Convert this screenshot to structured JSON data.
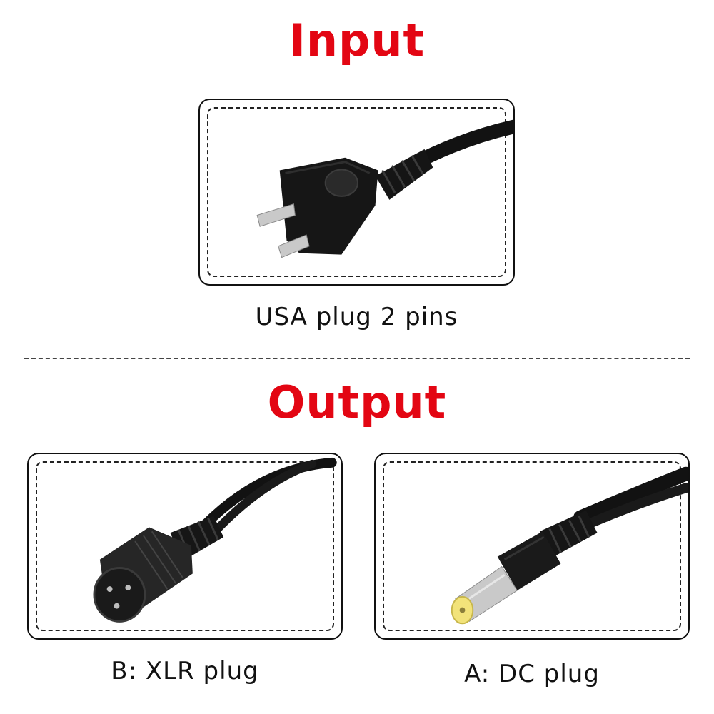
{
  "colors": {
    "heading": "#e30613",
    "cable": "#121212",
    "pin": "#c9c9c9",
    "dc_tip": "#f2e37a"
  },
  "input": {
    "heading": "Input",
    "item": {
      "caption": "USA plug 2 pins",
      "icon": "two-pin-plug-icon"
    }
  },
  "output": {
    "heading": "Output",
    "items": [
      {
        "caption": "B: XLR plug",
        "icon": "xlr-plug-icon"
      },
      {
        "caption": "A: DC plug",
        "icon": "dc-plug-icon"
      }
    ]
  }
}
